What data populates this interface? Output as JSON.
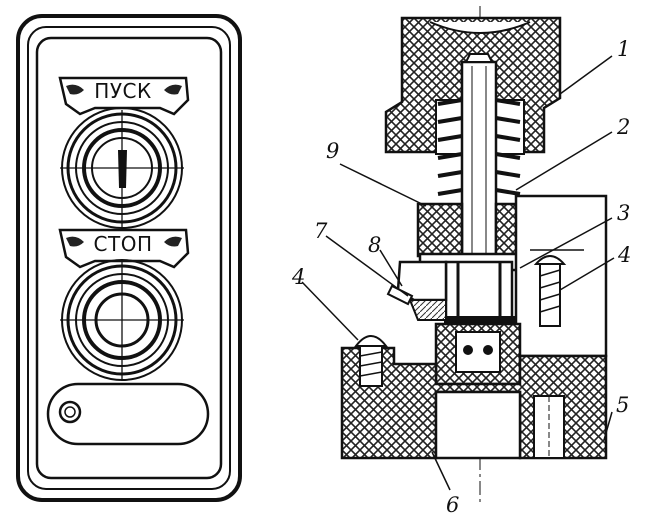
{
  "panel": {
    "start_label": "ПУСК",
    "stop_label": "СТОП"
  },
  "callouts": {
    "c1": "1",
    "c2": "2",
    "c3": "3",
    "c4_right": "4",
    "c4_left": "4",
    "c5": "5",
    "c6": "6",
    "c7": "7",
    "c8": "8",
    "c9": "9"
  }
}
